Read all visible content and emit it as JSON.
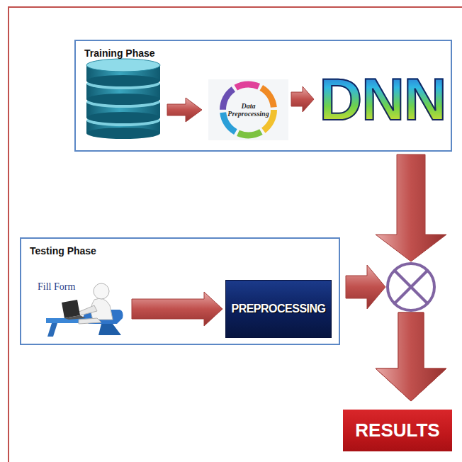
{
  "diagram": {
    "nodes": [
      {
        "text": [
          "Training Phase"
        ]
      },
      {
        "text": [
          "Data Preprocessing"
        ],
        "in": 0
      },
      {
        "text": [
          "DNN"
        ],
        "in": 0
      },
      {
        "text": [
          "Testing Phase"
        ]
      },
      {
        "text": [
          "Fill Form"
        ],
        "in": 3
      },
      {
        "text": [
          "PREPROCESSING"
        ],
        "in": 3
      },
      {
        "text": [
          "RESULTS"
        ]
      }
    ],
    "edges": [
      {
        "from": 1,
        "to": 2,
        "arrow": "to"
      },
      {
        "from": 4,
        "to": 5,
        "arrow": "to"
      },
      {
        "from": 0,
        "to": 6,
        "arrow": "to"
      },
      {
        "from": 3,
        "to": 6,
        "arrow": "to"
      }
    ]
  }
}
